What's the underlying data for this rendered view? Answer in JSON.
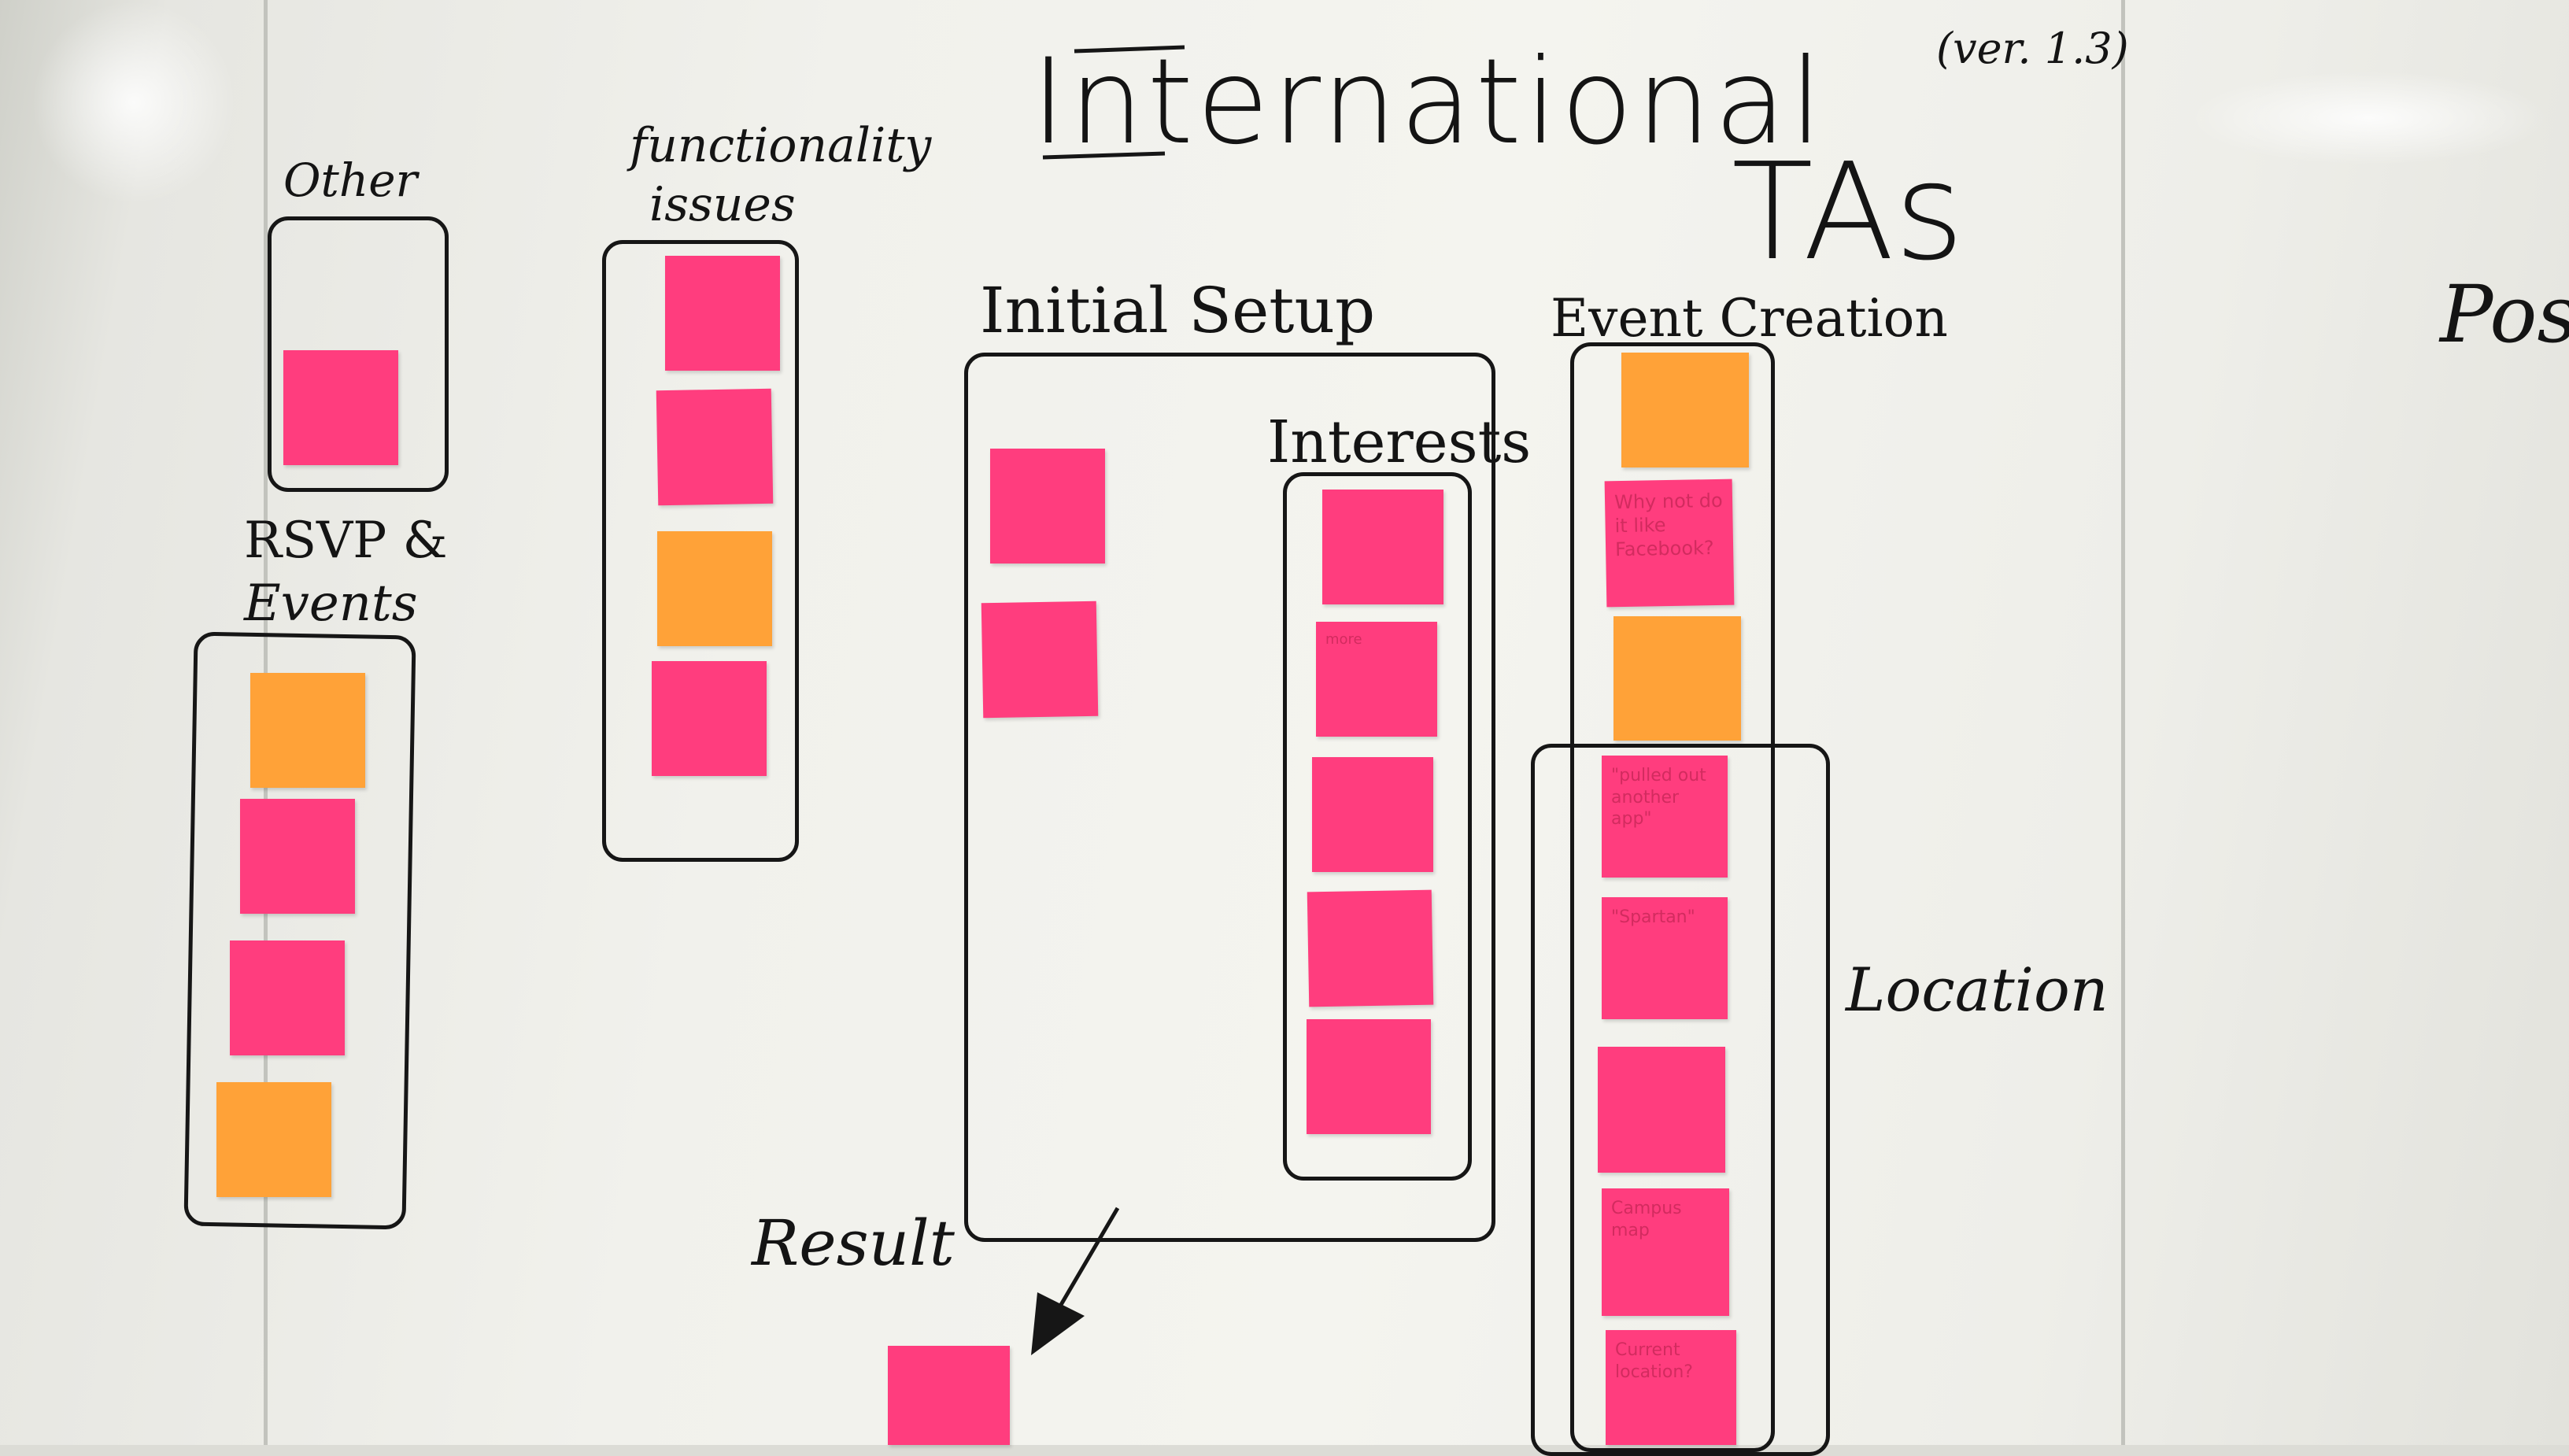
{
  "board": {
    "title": "International",
    "subtitle": "TAs",
    "version": "(ver. 1.3)",
    "edge_text": "Posit",
    "result_label": "Result"
  },
  "groups": {
    "other": {
      "label": "Other",
      "notes": [
        {
          "text": "",
          "color": "pink"
        }
      ]
    },
    "functionality": {
      "label_line1": "functionality",
      "label_line2": "issues",
      "notes": [
        {
          "text": "",
          "color": "pink"
        },
        {
          "text": "",
          "color": "pink"
        },
        {
          "text": "",
          "color": "orange"
        },
        {
          "text": "",
          "color": "pink"
        }
      ]
    },
    "rsvp": {
      "label_line1": "RSVP &",
      "label_line2": "Events",
      "notes": [
        {
          "text": "",
          "color": "orange"
        },
        {
          "text": "",
          "color": "pink"
        },
        {
          "text": "",
          "color": "pink"
        },
        {
          "text": "",
          "color": "orange"
        }
      ]
    },
    "initial_setup": {
      "label": "Initial Setup",
      "notes": [
        {
          "text": "",
          "color": "pink"
        },
        {
          "text": "",
          "color": "pink"
        }
      ]
    },
    "interests": {
      "label": "Interests",
      "notes": [
        {
          "text": "",
          "color": "pink"
        },
        {
          "text": "more",
          "color": "pink"
        },
        {
          "text": "",
          "color": "pink"
        },
        {
          "text": "",
          "color": "pink"
        },
        {
          "text": "",
          "color": "pink"
        }
      ]
    },
    "event_creation": {
      "label": "Event Creation",
      "notes": [
        {
          "text": "",
          "color": "orange"
        },
        {
          "text": "Why not do it like Facebook?",
          "color": "pink"
        },
        {
          "text": "",
          "color": "orange"
        }
      ]
    },
    "location": {
      "label": "Location",
      "notes": [
        {
          "text": "\"pulled out another app\"",
          "color": "pink"
        },
        {
          "text": "\"Spartan\"",
          "color": "pink"
        },
        {
          "text": "",
          "color": "pink"
        },
        {
          "text": "Campus map",
          "color": "pink"
        },
        {
          "text": "Current location?",
          "color": "pink"
        }
      ]
    },
    "result": {
      "notes": [
        {
          "text": "",
          "color": "pink"
        }
      ]
    }
  },
  "colors": {
    "pink": "#ff3d7e",
    "orange": "#ffa238",
    "ink": "#161616",
    "board": "#f2f2ed"
  }
}
